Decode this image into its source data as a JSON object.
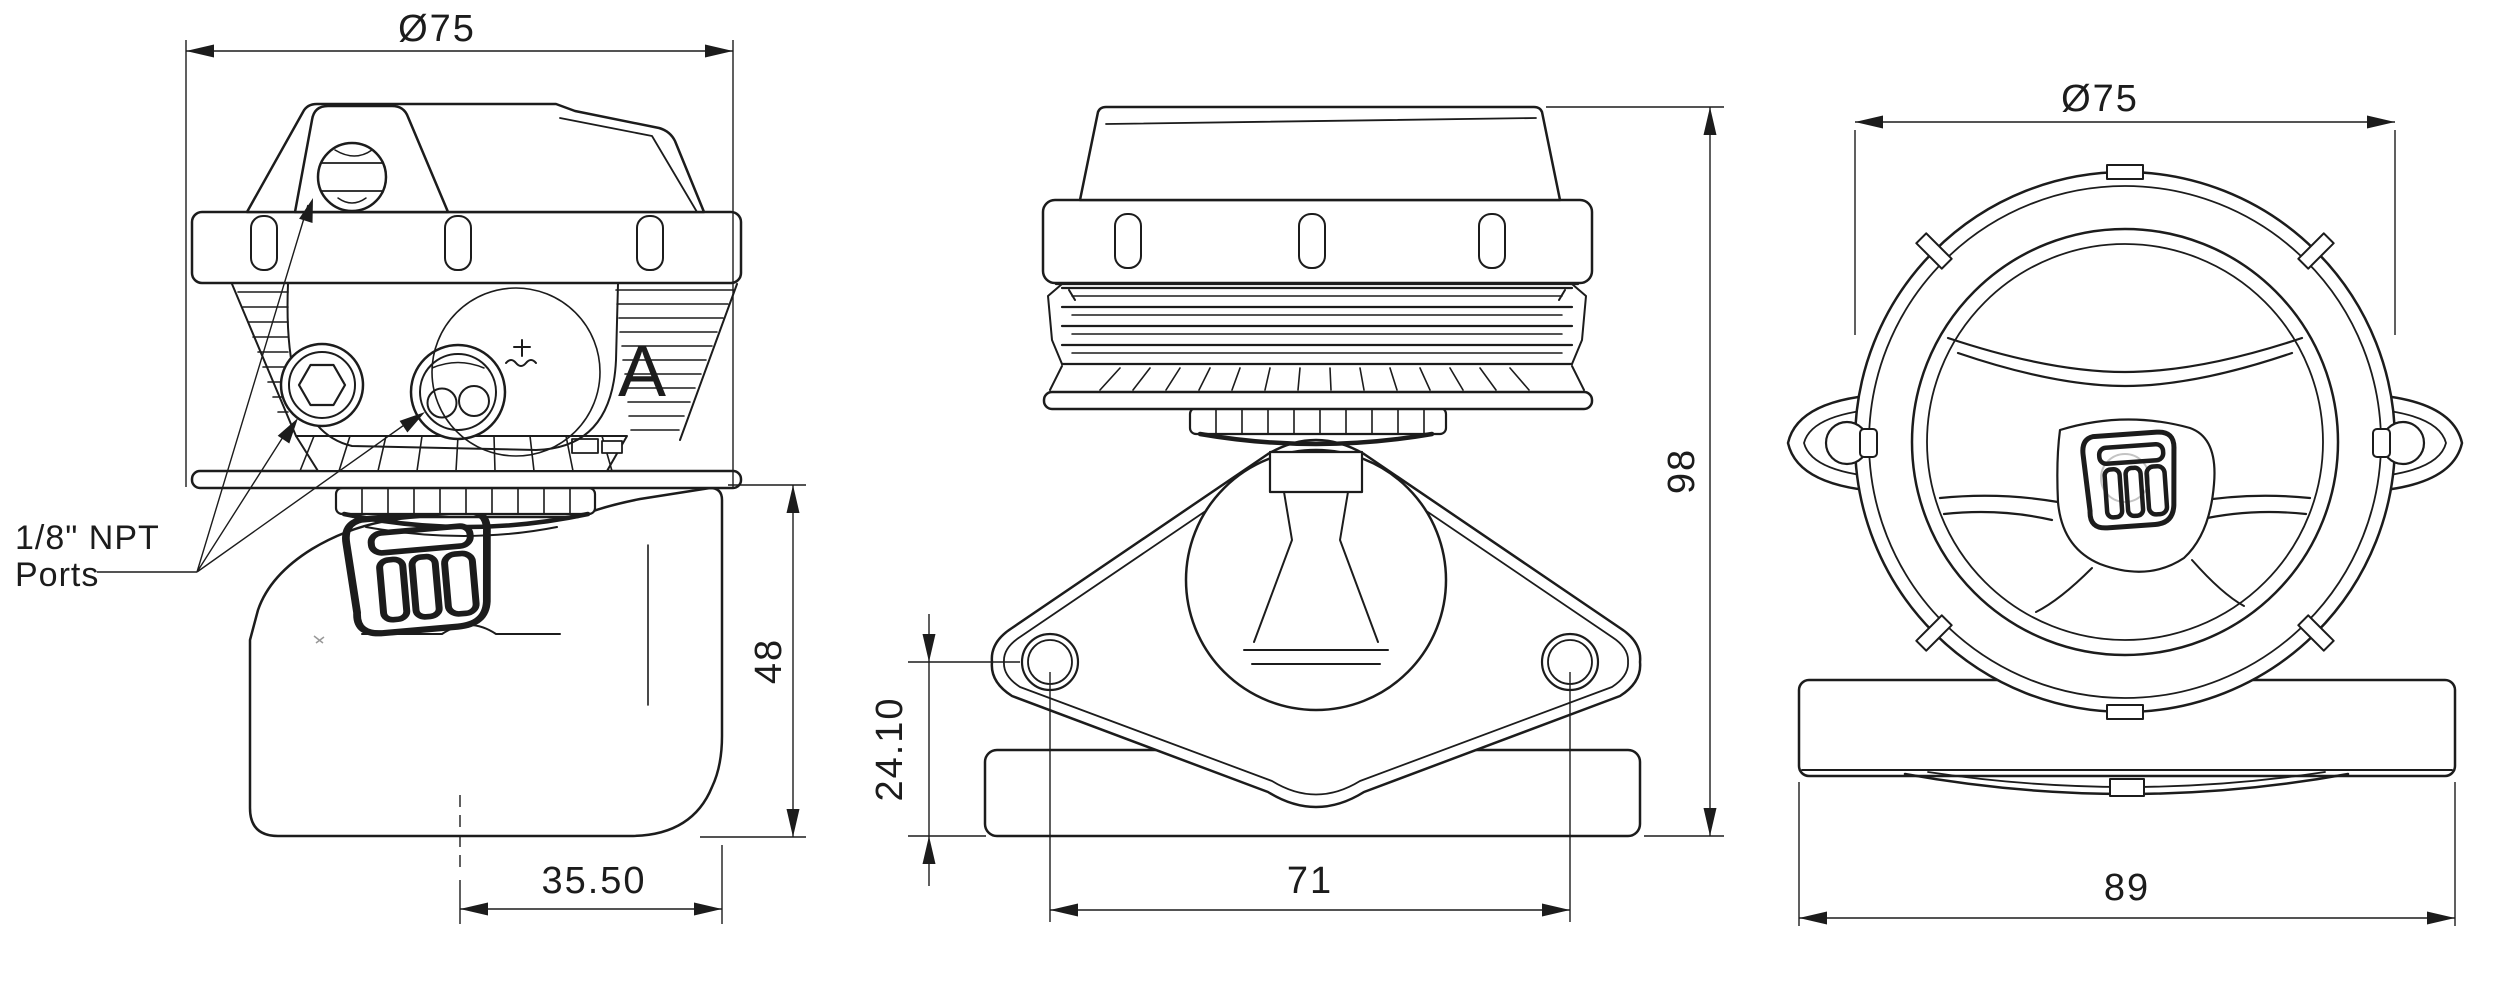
{
  "drawing": {
    "labels": {
      "port_note_line1": "1/8\" NPT",
      "port_note_line2": "Ports",
      "detail_marker": "A"
    },
    "dimensions": {
      "front": {
        "diameter": "Ø75",
        "body_height": "48",
        "port_offset": "35.50"
      },
      "side": {
        "hole_height": "24.10",
        "hole_spacing": "71",
        "overall_height": "98"
      },
      "top": {
        "diameter": "Ø75",
        "base_width": "89"
      }
    },
    "colors": {
      "line": "#1c1c1c",
      "background": "#ffffff",
      "faint_line": "#c4c4c4"
    }
  }
}
